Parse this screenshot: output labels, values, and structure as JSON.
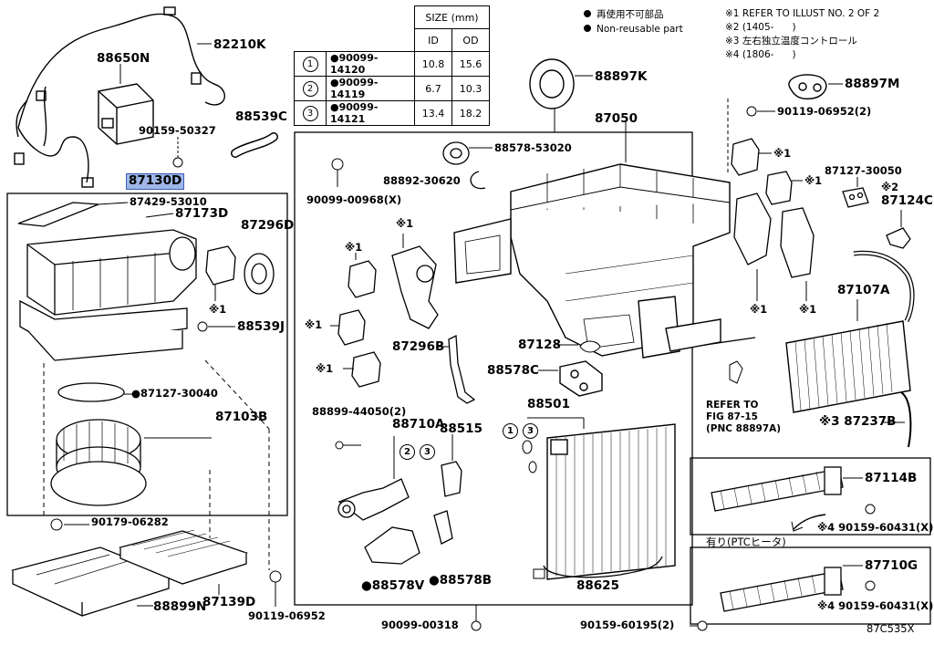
{
  "table": {
    "header": "SIZE (mm)",
    "col_id": "ID",
    "col_od": "OD",
    "rows": [
      {
        "num": "1",
        "part": "●90099-14120",
        "id": "10.8",
        "od": "15.6"
      },
      {
        "num": "2",
        "part": "●90099-14119",
        "id": "6.7",
        "od": "10.3"
      },
      {
        "num": "3",
        "part": "●90099-14121",
        "id": "13.4",
        "od": "18.2"
      }
    ]
  },
  "legend": {
    "line1": "再使用不可部品",
    "line2": "Non-reusable part"
  },
  "notes": {
    "n1": "※1 REFER TO ILLUST NO. 2 OF 2",
    "n2": "※2 (1405-      )",
    "n3": "※3 左右独立温度コントロール",
    "n4": "※4 (1806-      )"
  },
  "labels": {
    "p82210K": "82210K",
    "p88650N": "88650N",
    "p90159_50327": "90159-50327",
    "p87130D": "87130D",
    "p88539C": "88539C",
    "p87429": "87429-53010",
    "p87173D": "87173D",
    "p87296D": "87296D",
    "s1a": "※1",
    "p88539J": "88539J",
    "p87127_30040": "●87127-30040",
    "p87103B": "87103B",
    "p90179": "90179-06282",
    "p88899N": "88899N",
    "p87139D": "87139D",
    "p90119_06952": "90119-06952",
    "p88897K": "88897K",
    "p87050": "87050",
    "p88578_53020": "88578-53020",
    "p88892": "88892-30620",
    "p90099_00968": "90099-00968(X)",
    "s1b": "※1",
    "s1c": "※1",
    "s1d": "※1",
    "s1e": "※1",
    "p87296B": "87296B",
    "p87128": "87128",
    "p88578C": "88578C",
    "p88501": "88501",
    "p88899_44050": "88899-44050(2)",
    "p88710A": "88710A",
    "p88515": "88515",
    "c1": "1",
    "c3": "3",
    "c2b": "2",
    "c3b": "3",
    "p88578V": "●88578V",
    "p88578B": "●88578B",
    "p88625": "88625",
    "p90099_00318": "90099-00318",
    "p90159_60195": "90159-60195(2)",
    "p88897M": "88897M",
    "p90119_06952_2": "90119-06952(2)",
    "s1f": "※1",
    "s1g": "※1",
    "p87127_30050": "87127-30050",
    "s2": "※2",
    "p87124C": "87124C",
    "s1h": "※1",
    "s1i": "※1",
    "p87107A": "87107A",
    "refer": "REFER TO\nFIG 87-15\n(PNC 88897A)",
    "p87237B": "※3 87237B",
    "p87114B": "87114B",
    "p90159_60431a": "※4 90159-60431(X)",
    "ptc": "有り(PTCヒータ)",
    "p87710G": "87710G",
    "p90159_60431b": "※4 90159-60431(X)",
    "figcode": "87C535X"
  }
}
